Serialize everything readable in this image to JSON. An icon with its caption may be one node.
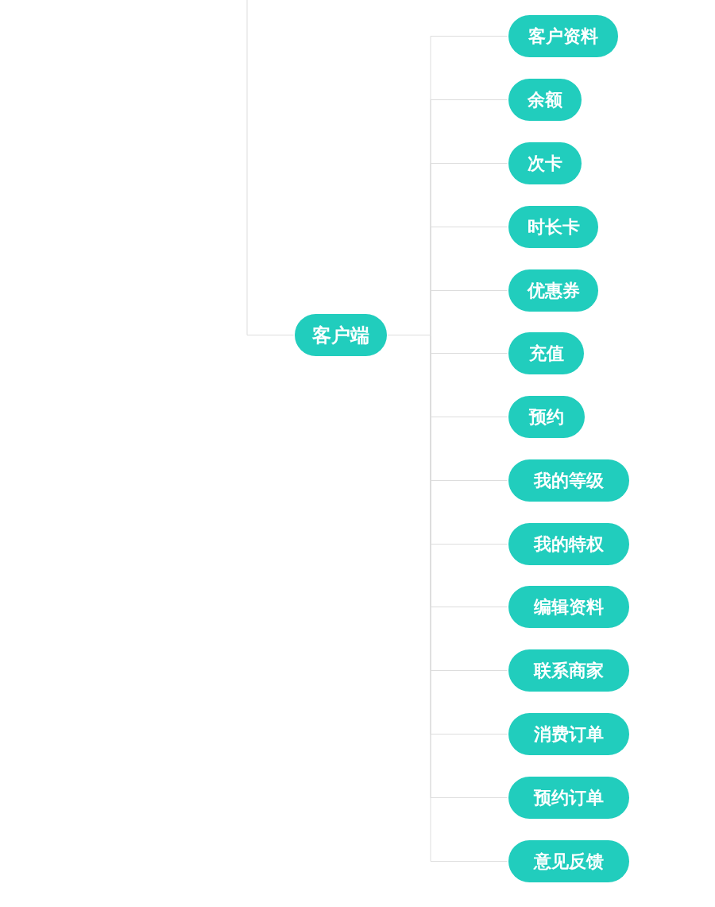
{
  "diagram": {
    "nodes": [
      {
        "text": [
          "客户端"
        ]
      },
      {
        "text": [
          "客户资料"
        ]
      },
      {
        "text": [
          "余额"
        ]
      },
      {
        "text": [
          "次卡"
        ]
      },
      {
        "text": [
          "时长卡"
        ]
      },
      {
        "text": [
          "优惠券"
        ]
      },
      {
        "text": [
          "充值"
        ]
      },
      {
        "text": [
          "预约"
        ]
      },
      {
        "text": [
          "我的等级"
        ]
      },
      {
        "text": [
          "我的特权"
        ]
      },
      {
        "text": [
          "编辑资料"
        ]
      },
      {
        "text": [
          "联系商家"
        ]
      },
      {
        "text": [
          "消费订单"
        ]
      },
      {
        "text": [
          "预约订单"
        ]
      },
      {
        "text": [
          "意见反馈"
        ]
      }
    ],
    "edges": [
      {
        "from": null,
        "to": 0,
        "arrow": "none"
      },
      {
        "from": 0,
        "to": 1,
        "arrow": "none"
      },
      {
        "from": 0,
        "to": 2,
        "arrow": "none"
      },
      {
        "from": 0,
        "to": 3,
        "arrow": "none"
      },
      {
        "from": 0,
        "to": 4,
        "arrow": "none"
      },
      {
        "from": 0,
        "to": 5,
        "arrow": "none"
      },
      {
        "from": 0,
        "to": 6,
        "arrow": "none"
      },
      {
        "from": 0,
        "to": 7,
        "arrow": "none"
      },
      {
        "from": 0,
        "to": 8,
        "arrow": "none"
      },
      {
        "from": 0,
        "to": 9,
        "arrow": "none"
      },
      {
        "from": 0,
        "to": 10,
        "arrow": "none"
      },
      {
        "from": 0,
        "to": 11,
        "arrow": "none"
      },
      {
        "from": 0,
        "to": 12,
        "arrow": "none"
      },
      {
        "from": 0,
        "to": 13,
        "arrow": "none"
      },
      {
        "from": 0,
        "to": 14,
        "arrow": "none"
      }
    ]
  }
}
